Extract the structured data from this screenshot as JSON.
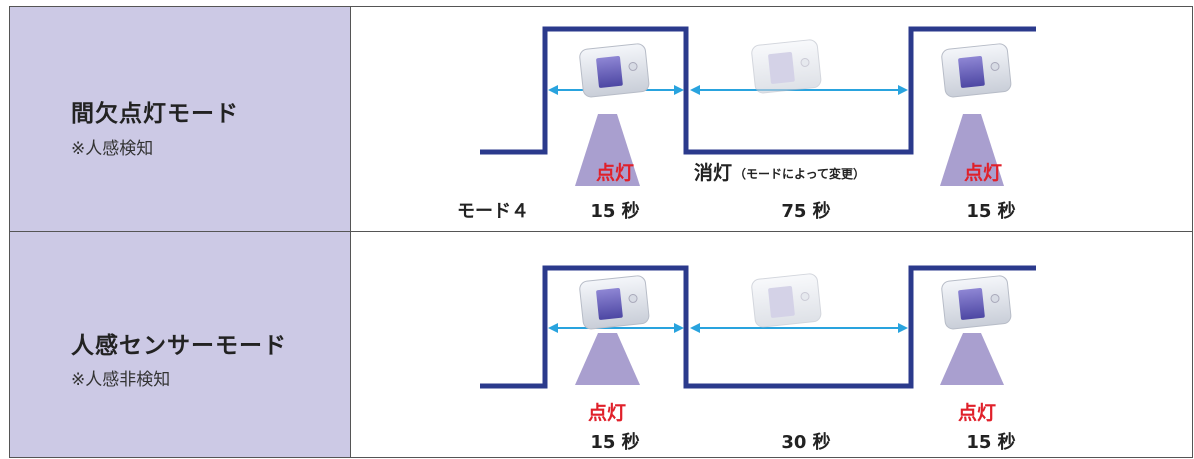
{
  "rows": [
    {
      "mode_title": "間欠点灯モード",
      "mode_sub": "※人感検知",
      "mode_label": "モード４",
      "segments": [
        {
          "state": "点灯",
          "note": "",
          "duration": "15 秒"
        },
        {
          "state": "消灯",
          "note": "（モードによって変更）",
          "duration": "75 秒"
        },
        {
          "state": "点灯",
          "note": "",
          "duration": "15 秒"
        }
      ]
    },
    {
      "mode_title": "人感センサーモード",
      "mode_sub": "※人感非検知",
      "mode_label": "",
      "segments": [
        {
          "state": "点灯",
          "note": "",
          "duration": "15 秒"
        },
        {
          "state": "",
          "note": "",
          "duration": "30 秒"
        },
        {
          "state": "点灯",
          "note": "",
          "duration": "15 秒"
        }
      ]
    }
  ],
  "colors": {
    "signal_line": "#2b3a8c",
    "arrow": "#29a3de",
    "on_text": "#e0202a",
    "off_text": "#222222",
    "beam": "#a99fcf",
    "left_bg": "#ccc9e5"
  },
  "icons": [
    "sensor-device-icon",
    "light-beam-icon",
    "double-arrow-icon"
  ]
}
